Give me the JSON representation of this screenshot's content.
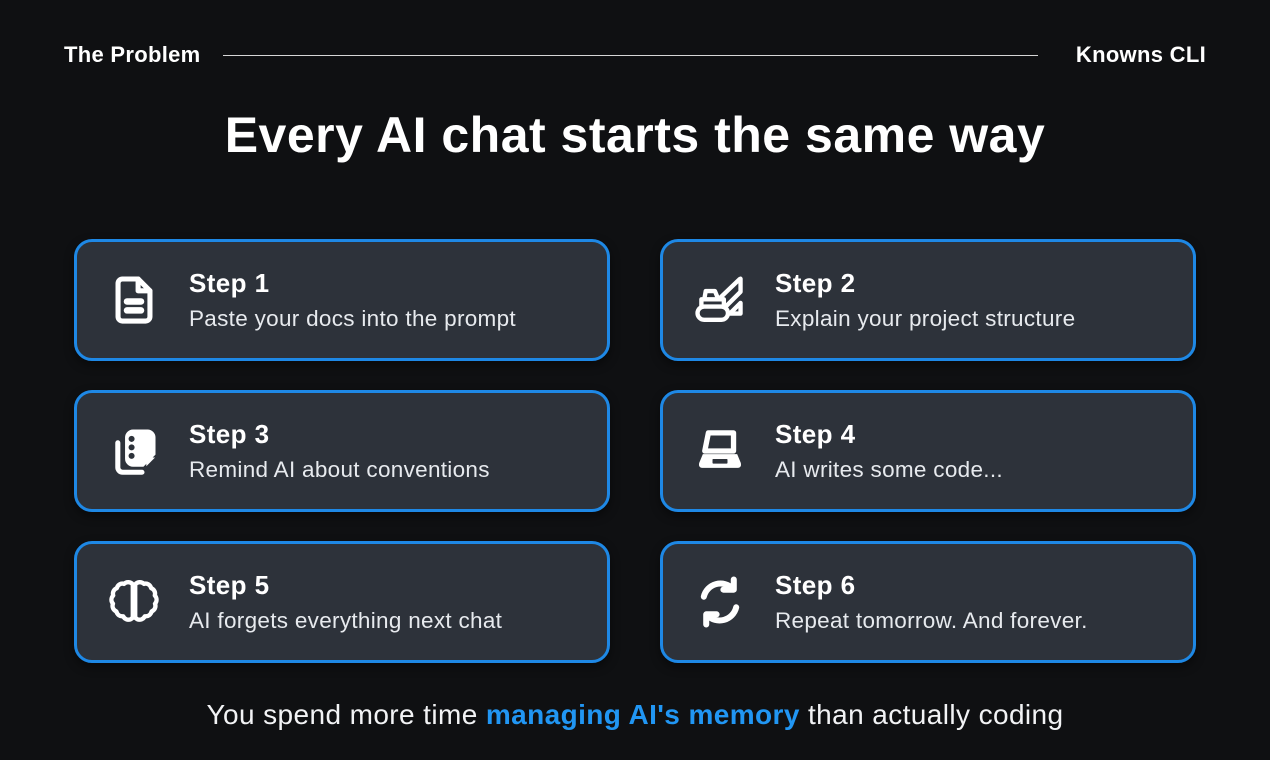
{
  "header": {
    "left_label": "The Problem",
    "right_label": "Knowns CLI"
  },
  "title": "Every AI chat starts the same way",
  "steps": [
    {
      "label": "Step 1",
      "description": "Paste your docs into the prompt",
      "icon": "document-icon"
    },
    {
      "label": "Step 2",
      "description": "Explain your project structure",
      "icon": "bulldozer-icon"
    },
    {
      "label": "Step 3",
      "description": "Remind AI about conventions",
      "icon": "notes-icon"
    },
    {
      "label": "Step 4",
      "description": "AI writes some code...",
      "icon": "laptop-icon"
    },
    {
      "label": "Step 5",
      "description": "AI forgets everything next chat",
      "icon": "brain-icon"
    },
    {
      "label": "Step 6",
      "description": "Repeat tomorrow. And forever.",
      "icon": "refresh-icon"
    }
  ],
  "footer": {
    "prefix": "You spend more time ",
    "highlight": "managing AI's memory",
    "suffix": " than actually coding"
  },
  "colors": {
    "background": "#0f1012",
    "card_background": "#2d323a",
    "card_border_blue": "#1e88e5",
    "highlight_blue": "#2196f3",
    "text_primary": "#ffffff",
    "text_secondary": "#e7eaee",
    "header_line": "#d6d6d6"
  }
}
